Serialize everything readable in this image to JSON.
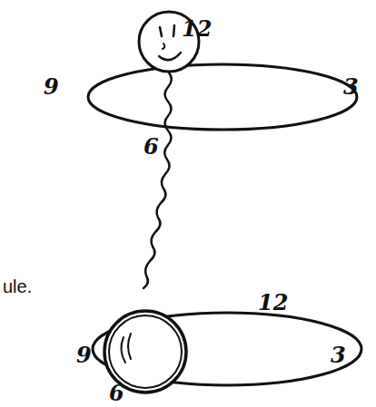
{
  "diagram": {
    "labels": [
      "12",
      "3",
      "6",
      "9",
      "12",
      "3",
      "6",
      "9",
      "ule."
    ]
  }
}
